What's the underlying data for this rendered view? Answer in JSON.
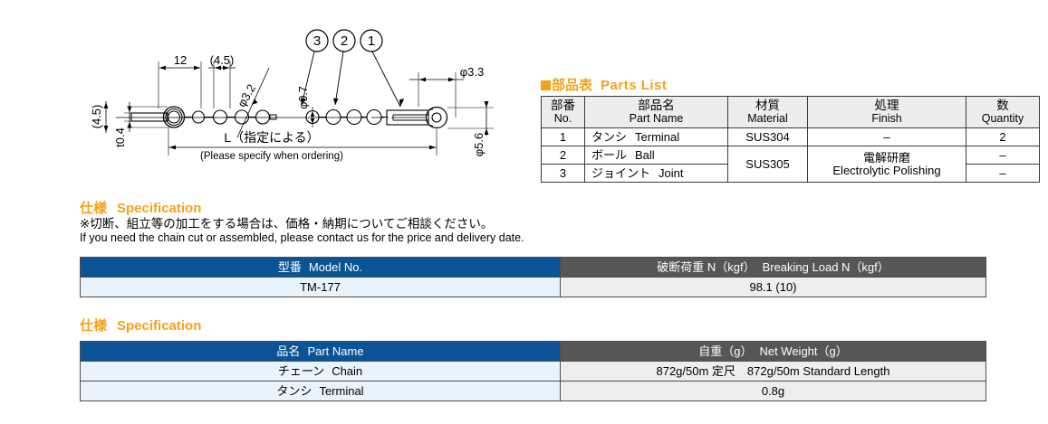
{
  "drawing": {
    "dim_12": "12",
    "dim_45_top": "(4.5)",
    "dim_phi32": "φ3.2",
    "dim_45_left": "(4.5)",
    "dim_t04": "t0.4",
    "dim_phi07": "φ0.7",
    "dim_phi33": "φ3.3",
    "dim_phi56": "φ5.6",
    "length_jp": "L（指定による）",
    "length_en": "(Please specify when ordering)",
    "balloon_1": "1",
    "balloon_2": "2",
    "balloon_3": "3"
  },
  "parts_list": {
    "heading_jp": "部品表",
    "heading_en": "Parts  List",
    "columns": [
      {
        "jp": "部番",
        "en": "No."
      },
      {
        "jp": "部品名",
        "en": "Part  Name"
      },
      {
        "jp": "材質",
        "en": "Material"
      },
      {
        "jp": "処理",
        "en": "Finish"
      },
      {
        "jp": "数",
        "en": "Quantity"
      }
    ],
    "rows": [
      {
        "no": "1",
        "name_jp": "タンシ",
        "name_en": "Terminal",
        "material": "SUS304",
        "finish_jp": "–",
        "finish_en": "",
        "qty": "2"
      },
      {
        "no": "2",
        "name_jp": "ボール",
        "name_en": "Ball",
        "material": "SUS305",
        "finish_jp": "電解研磨",
        "finish_en": "Electrolytic  Polishing",
        "qty": "–"
      },
      {
        "no": "3",
        "name_jp": "ジョイント",
        "name_en": "Joint",
        "material": "",
        "finish_jp": "",
        "finish_en": "",
        "qty": "–"
      }
    ]
  },
  "spec1": {
    "heading_jp": "仕様",
    "heading_en": "Specification",
    "note_jp": "※切断、組立等の加工をする場合は、価格・納期についてご相談ください。",
    "note_en": "If you need the chain cut or assembled, please contact us for the price and delivery date."
  },
  "model_table": {
    "header_left_jp": "型番",
    "header_left_en": "Model No.",
    "header_right_jp": "破断荷重 N（kgf）",
    "header_right_en": "Breaking  Load  N（kgf）",
    "rows": [
      {
        "model": "TM-177",
        "load": "98.1 (10)"
      }
    ]
  },
  "spec2": {
    "heading_jp": "仕様",
    "heading_en": "Specification"
  },
  "weight_table": {
    "header_left_jp": "品名",
    "header_left_en": "Part  Name",
    "header_right_jp": "自重（g）",
    "header_right_en": "Net Weight（g）",
    "rows": [
      {
        "name_jp": "チェーン",
        "name_en": "Chain",
        "weight": "872g/50m 定尺　872g/50m Standard Length"
      },
      {
        "name_jp": "タンシ",
        "name_en": "Terminal",
        "weight": "0.8g"
      }
    ]
  },
  "colors": {
    "accent_orange": "#F5A21B",
    "header_blue": "#0B5394",
    "header_gray": "#565656",
    "row_blue": "#E9F3FC",
    "row_gray": "#EEEEEE"
  }
}
